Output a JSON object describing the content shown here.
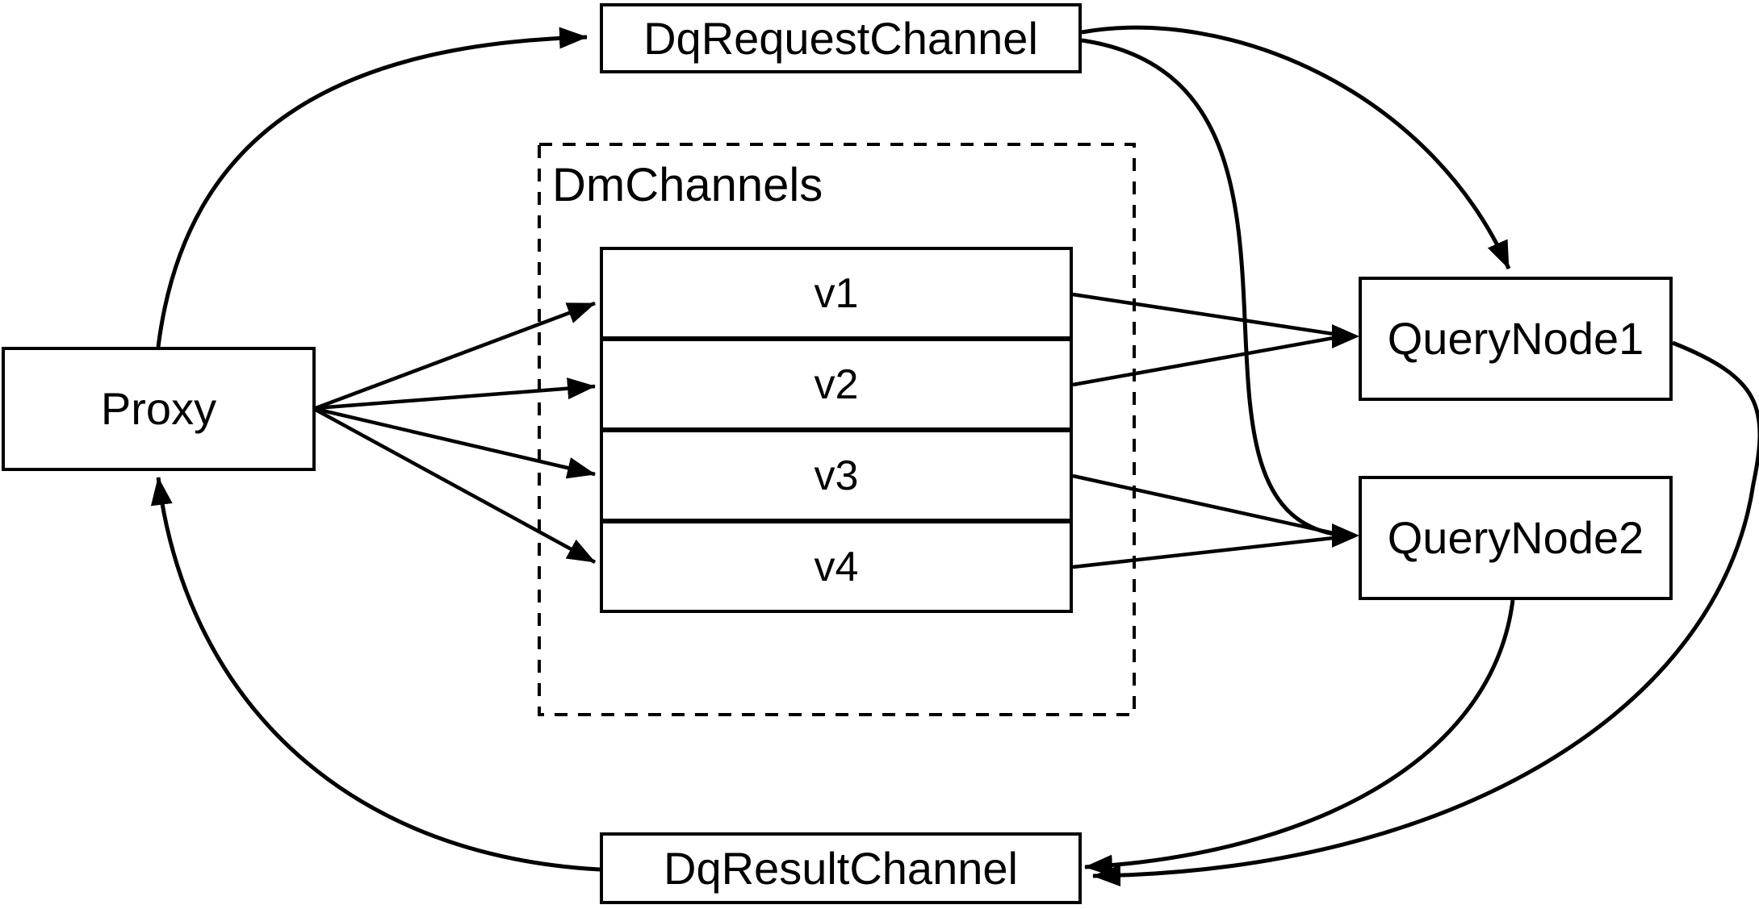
{
  "diagram": {
    "kind": "flow-diagram",
    "description_visible_text_only": true
  },
  "nodes": {
    "proxy": "Proxy",
    "dq_request_channel": "DqRequestChannel",
    "dm_channels_group": "DmChannels",
    "channel_rows": [
      "v1",
      "v2",
      "v3",
      "v4"
    ],
    "query_node_1": "QueryNode1",
    "query_node_2": "QueryNode2",
    "dq_result_channel": "DqResultChannel"
  },
  "colors": {
    "line": "#000000",
    "background": "#ffffff",
    "box_fill": "#ffffff",
    "text": "#000000"
  }
}
